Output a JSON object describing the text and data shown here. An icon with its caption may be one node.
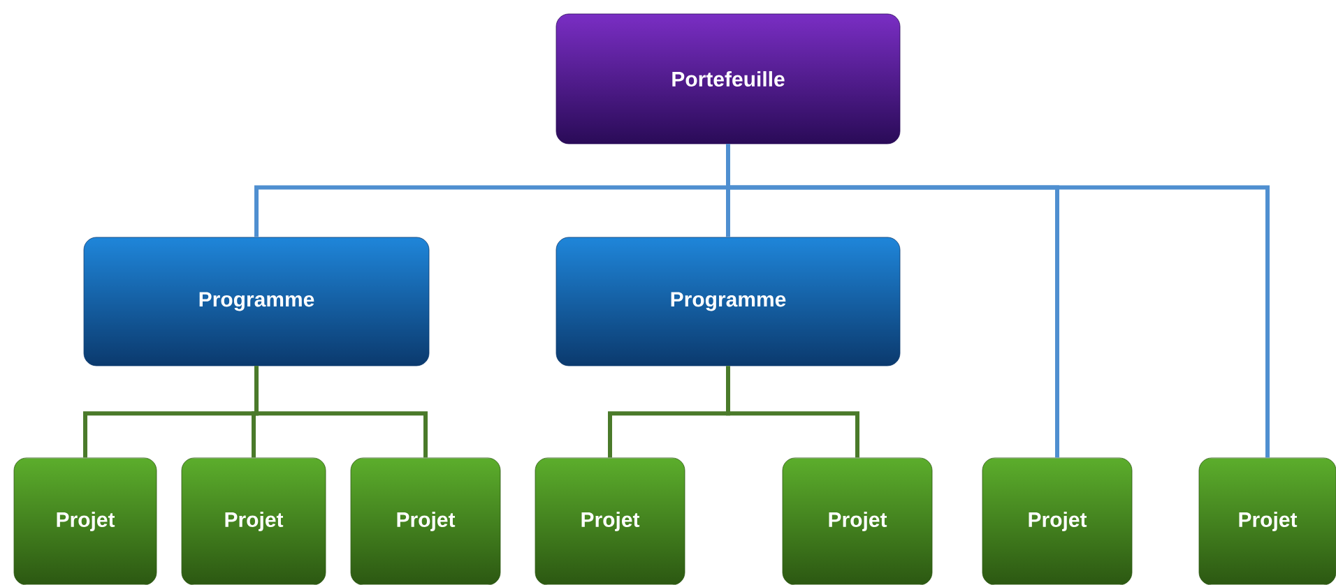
{
  "diagram": {
    "nodes": [
      {
        "text": [
          "Portefeuille"
        ]
      },
      {
        "text": [
          "Programme"
        ]
      },
      {
        "text": [
          "Programme"
        ]
      },
      {
        "text": [
          "Projet"
        ]
      },
      {
        "text": [
          "Projet"
        ]
      },
      {
        "text": [
          "Projet"
        ]
      },
      {
        "text": [
          "Projet"
        ]
      },
      {
        "text": [
          "Projet"
        ]
      },
      {
        "text": [
          "Projet"
        ]
      },
      {
        "text": [
          "Projet"
        ]
      }
    ],
    "edges": [
      {
        "from": 0,
        "to": 1,
        "arrow": "none",
        "color": "#4f8fd0"
      },
      {
        "from": 0,
        "to": 2,
        "arrow": "none",
        "color": "#4f8fd0"
      },
      {
        "from": 0,
        "to": 8,
        "arrow": "none",
        "color": "#4f8fd0"
      },
      {
        "from": 0,
        "to": 9,
        "arrow": "none",
        "color": "#4f8fd0"
      },
      {
        "from": 1,
        "to": 3,
        "arrow": "none"
      },
      {
        "from": 1,
        "to": 4,
        "arrow": "none"
      },
      {
        "from": 1,
        "to": 5,
        "arrow": "none"
      },
      {
        "from": 2,
        "to": 6,
        "arrow": "none"
      },
      {
        "from": 2,
        "to": 7,
        "arrow": "none"
      }
    ]
  }
}
